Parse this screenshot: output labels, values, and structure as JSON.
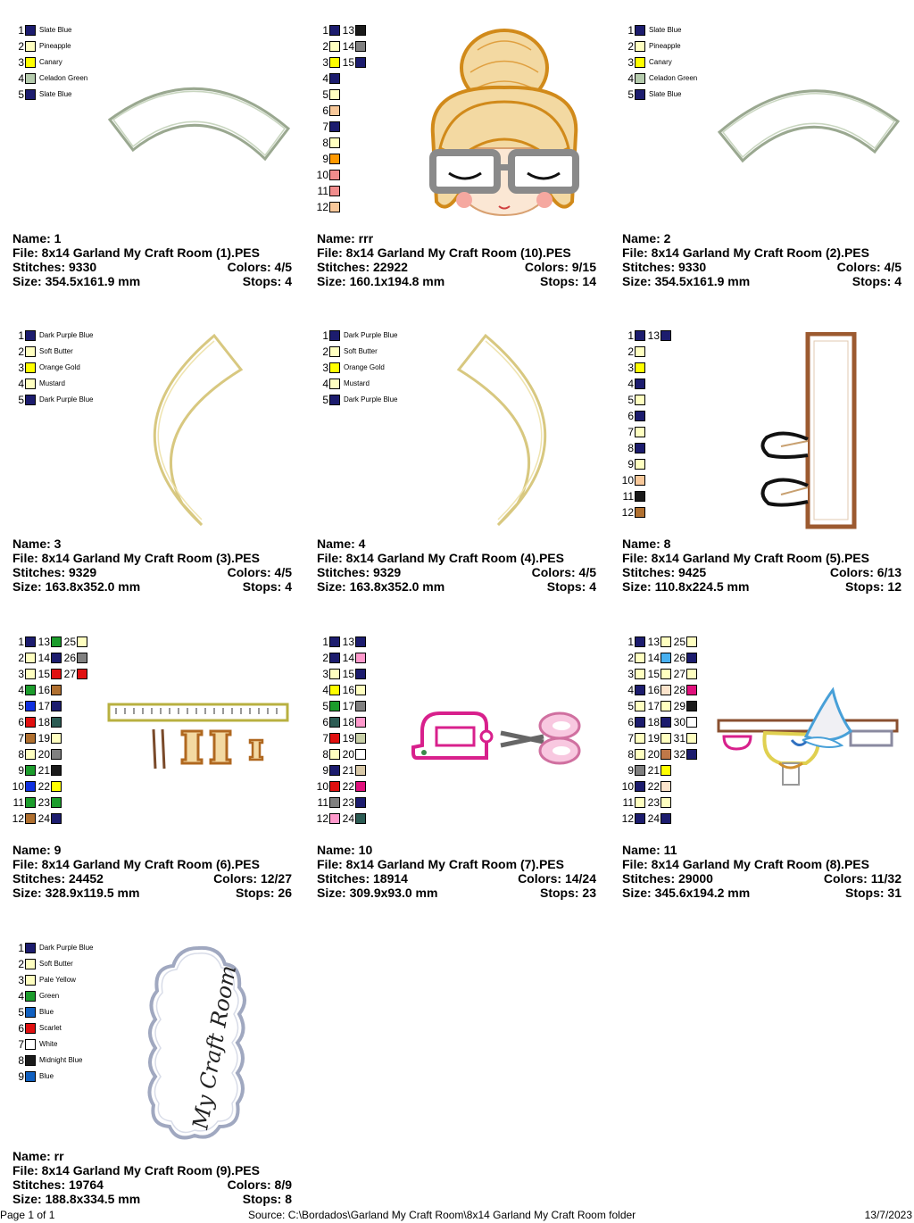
{
  "colors": {
    "navy": "#1c1c6e",
    "pale": "#ffffc0",
    "yellow": "#ffff00",
    "celadon": "#b6ccae",
    "black": "#1a1a1a",
    "gray": "#808080",
    "orange": "#ff9900",
    "salmon": "#f08c8c",
    "peach": "#f8c89a",
    "brown": "#b07030",
    "green": "#1c9c2c",
    "red": "#e01010",
    "teal": "#2c5c54",
    "blue": "#1030e0",
    "white": "#ffffff",
    "pink": "#ff99cc",
    "magenta": "#e0107c",
    "silver": "#c8c8c8",
    "tan": "#d8c8a8",
    "khaki": "#c8d0a8",
    "skyblue": "#48b0f0",
    "rust": "#c07848",
    "lightpeach": "#fce4cc",
    "medblue": "#1060c0"
  },
  "cards": [
    {
      "name": "Name: 1",
      "file": "File: 8x14 Garland My Craft Room (1).PES",
      "stitches": "Stitches: 9330",
      "colors": "Colors: 4/5",
      "size": "Size: 354.5x161.9 mm",
      "stops": "Stops: 4",
      "swatches": [
        {
          "n": "1",
          "c": "navy",
          "label": "Slate Blue"
        },
        {
          "n": "2",
          "c": "pale",
          "label": "Pineapple"
        },
        {
          "n": "3",
          "c": "yellow",
          "label": "Canary"
        },
        {
          "n": "4",
          "c": "celadon",
          "label": "Celadon Green"
        },
        {
          "n": "5",
          "c": "navy",
          "label": "Slate Blue"
        }
      ]
    },
    {
      "name": "Name: rrr",
      "file": "File: 8x14 Garland My Craft Room (10).PES",
      "stitches": "Stitches: 22922",
      "colors": "Colors: 9/15",
      "size": "Size: 160.1x194.8 mm",
      "stops": "Stops: 14",
      "swatches": [
        {
          "n": "1",
          "c": "navy"
        },
        {
          "n": "2",
          "c": "pale"
        },
        {
          "n": "3",
          "c": "yellow"
        },
        {
          "n": "4",
          "c": "navy"
        },
        {
          "n": "5",
          "c": "pale"
        },
        {
          "n": "6",
          "c": "peach"
        },
        {
          "n": "7",
          "c": "navy"
        },
        {
          "n": "8",
          "c": "pale"
        },
        {
          "n": "9",
          "c": "orange"
        },
        {
          "n": "10",
          "c": "salmon"
        },
        {
          "n": "11",
          "c": "salmon"
        },
        {
          "n": "12",
          "c": "peach"
        },
        {
          "n": "13",
          "c": "black"
        },
        {
          "n": "14",
          "c": "gray"
        },
        {
          "n": "15",
          "c": "navy"
        }
      ]
    },
    {
      "name": "Name: 2",
      "file": "File: 8x14 Garland My Craft Room (2).PES",
      "stitches": "Stitches: 9330",
      "colors": "Colors: 4/5",
      "size": "Size: 354.5x161.9 mm",
      "stops": "Stops: 4",
      "swatches": [
        {
          "n": "1",
          "c": "navy",
          "label": "Slate Blue"
        },
        {
          "n": "2",
          "c": "pale",
          "label": "Pineapple"
        },
        {
          "n": "3",
          "c": "yellow",
          "label": "Canary"
        },
        {
          "n": "4",
          "c": "celadon",
          "label": "Celadon Green"
        },
        {
          "n": "5",
          "c": "navy",
          "label": "Slate Blue"
        }
      ]
    },
    {
      "name": "Name: 3",
      "file": "File: 8x14 Garland My Craft Room (3).PES",
      "stitches": "Stitches: 9329",
      "colors": "Colors: 4/5",
      "size": "Size: 163.8x352.0 mm",
      "stops": "Stops: 4",
      "swatches": [
        {
          "n": "1",
          "c": "navy",
          "label": "Dark Purple Blue"
        },
        {
          "n": "2",
          "c": "pale",
          "label": "Soft Butter"
        },
        {
          "n": "3",
          "c": "yellow",
          "label": "Orange Gold"
        },
        {
          "n": "4",
          "c": "pale",
          "label": "Mustard"
        },
        {
          "n": "5",
          "c": "navy",
          "label": "Dark Purple Blue"
        }
      ]
    },
    {
      "name": "Name: 4",
      "file": "File: 8x14 Garland My Craft Room (4).PES",
      "stitches": "Stitches: 9329",
      "colors": "Colors: 4/5",
      "size": "Size: 163.8x352.0 mm",
      "stops": "Stops: 4",
      "swatches": [
        {
          "n": "1",
          "c": "navy",
          "label": "Dark Purple Blue"
        },
        {
          "n": "2",
          "c": "pale",
          "label": "Soft Butter"
        },
        {
          "n": "3",
          "c": "yellow",
          "label": "Orange Gold"
        },
        {
          "n": "4",
          "c": "pale",
          "label": "Mustard"
        },
        {
          "n": "5",
          "c": "navy",
          "label": "Dark Purple Blue"
        }
      ]
    },
    {
      "name": "Name: 8",
      "file": "File: 8x14 Garland My Craft Room (5).PES",
      "stitches": "Stitches: 9425",
      "colors": "Colors: 6/13",
      "size": "Size: 110.8x224.5 mm",
      "stops": "Stops: 12",
      "swatches": [
        {
          "n": "1",
          "c": "navy"
        },
        {
          "n": "2",
          "c": "pale"
        },
        {
          "n": "3",
          "c": "yellow"
        },
        {
          "n": "4",
          "c": "navy"
        },
        {
          "n": "5",
          "c": "pale"
        },
        {
          "n": "6",
          "c": "navy"
        },
        {
          "n": "7",
          "c": "pale"
        },
        {
          "n": "8",
          "c": "navy"
        },
        {
          "n": "9",
          "c": "pale"
        },
        {
          "n": "10",
          "c": "peach"
        },
        {
          "n": "11",
          "c": "black"
        },
        {
          "n": "12",
          "c": "brown"
        },
        {
          "n": "13",
          "c": "navy"
        }
      ]
    },
    {
      "name": "Name: 9",
      "file": "File: 8x14 Garland My Craft Room (6).PES",
      "stitches": "Stitches: 24452",
      "colors": "Colors: 12/27",
      "size": "Size: 328.9x119.5 mm",
      "stops": "Stops: 26",
      "swatches": [
        {
          "n": "1",
          "c": "navy"
        },
        {
          "n": "2",
          "c": "pale"
        },
        {
          "n": "3",
          "c": "pale"
        },
        {
          "n": "4",
          "c": "green"
        },
        {
          "n": "5",
          "c": "blue"
        },
        {
          "n": "6",
          "c": "red"
        },
        {
          "n": "7",
          "c": "brown"
        },
        {
          "n": "8",
          "c": "pale"
        },
        {
          "n": "9",
          "c": "green"
        },
        {
          "n": "10",
          "c": "blue"
        },
        {
          "n": "11",
          "c": "green"
        },
        {
          "n": "12",
          "c": "brown"
        },
        {
          "n": "13",
          "c": "green"
        },
        {
          "n": "14",
          "c": "navy"
        },
        {
          "n": "15",
          "c": "red"
        },
        {
          "n": "16",
          "c": "brown"
        },
        {
          "n": "17",
          "c": "navy"
        },
        {
          "n": "18",
          "c": "teal"
        },
        {
          "n": "19",
          "c": "pale"
        },
        {
          "n": "20",
          "c": "gray"
        },
        {
          "n": "21",
          "c": "black"
        },
        {
          "n": "22",
          "c": "yellow"
        },
        {
          "n": "23",
          "c": "green"
        },
        {
          "n": "24",
          "c": "navy"
        },
        {
          "n": "25",
          "c": "pale"
        },
        {
          "n": "26",
          "c": "gray"
        },
        {
          "n": "27",
          "c": "red"
        }
      ]
    },
    {
      "name": "Name: 10",
      "file": "File: 8x14 Garland My Craft Room (7).PES",
      "stitches": "Stitches: 18914",
      "colors": "Colors: 14/24",
      "size": "Size: 309.9x93.0 mm",
      "stops": "Stops: 23",
      "swatches": [
        {
          "n": "1",
          "c": "navy"
        },
        {
          "n": "2",
          "c": "navy"
        },
        {
          "n": "3",
          "c": "pale"
        },
        {
          "n": "4",
          "c": "yellow"
        },
        {
          "n": "5",
          "c": "green"
        },
        {
          "n": "6",
          "c": "teal"
        },
        {
          "n": "7",
          "c": "red"
        },
        {
          "n": "8",
          "c": "pale"
        },
        {
          "n": "9",
          "c": "navy"
        },
        {
          "n": "10",
          "c": "red"
        },
        {
          "n": "11",
          "c": "gray"
        },
        {
          "n": "12",
          "c": "pink"
        },
        {
          "n": "13",
          "c": "navy"
        },
        {
          "n": "14",
          "c": "pink"
        },
        {
          "n": "15",
          "c": "navy"
        },
        {
          "n": "16",
          "c": "pale"
        },
        {
          "n": "17",
          "c": "gray"
        },
        {
          "n": "18",
          "c": "pink"
        },
        {
          "n": "19",
          "c": "khaki"
        },
        {
          "n": "20",
          "c": "white"
        },
        {
          "n": "21",
          "c": "tan"
        },
        {
          "n": "22",
          "c": "magenta"
        },
        {
          "n": "23",
          "c": "navy"
        },
        {
          "n": "24",
          "c": "teal"
        }
      ]
    },
    {
      "name": "Name: 11",
      "file": "File: 8x14 Garland My Craft Room (8).PES",
      "stitches": "Stitches: 29000",
      "colors": "Colors: 11/32",
      "size": "Size: 345.6x194.2 mm",
      "stops": "Stops: 31",
      "swatches": [
        {
          "n": "1",
          "c": "navy"
        },
        {
          "n": "2",
          "c": "pale"
        },
        {
          "n": "3",
          "c": "pale"
        },
        {
          "n": "4",
          "c": "navy"
        },
        {
          "n": "5",
          "c": "pale"
        },
        {
          "n": "6",
          "c": "navy"
        },
        {
          "n": "7",
          "c": "pale"
        },
        {
          "n": "8",
          "c": "pale"
        },
        {
          "n": "9",
          "c": "gray"
        },
        {
          "n": "10",
          "c": "navy"
        },
        {
          "n": "11",
          "c": "pale"
        },
        {
          "n": "12",
          "c": "navy"
        },
        {
          "n": "13",
          "c": "pale"
        },
        {
          "n": "14",
          "c": "skyblue"
        },
        {
          "n": "15",
          "c": "pale"
        },
        {
          "n": "16",
          "c": "lightpeach"
        },
        {
          "n": "17",
          "c": "pale"
        },
        {
          "n": "18",
          "c": "navy"
        },
        {
          "n": "19",
          "c": "pale"
        },
        {
          "n": "20",
          "c": "rust"
        },
        {
          "n": "21",
          "c": "yellow"
        },
        {
          "n": "22",
          "c": "lightpeach"
        },
        {
          "n": "23",
          "c": "pale"
        },
        {
          "n": "24",
          "c": "navy"
        },
        {
          "n": "25",
          "c": "pale"
        },
        {
          "n": "26",
          "c": "navy"
        },
        {
          "n": "27",
          "c": "pale"
        },
        {
          "n": "28",
          "c": "magenta"
        },
        {
          "n": "29",
          "c": "black"
        },
        {
          "n": "30",
          "c": "white"
        },
        {
          "n": "31",
          "c": "pale"
        },
        {
          "n": "32",
          "c": "navy"
        }
      ]
    },
    {
      "name": "Name: rr",
      "file": "File: 8x14 Garland My Craft Room (9).PES",
      "stitches": "Stitches: 19764",
      "colors": "Colors: 8/9",
      "size": "Size: 188.8x334.5 mm",
      "stops": "Stops: 8",
      "swatches": [
        {
          "n": "1",
          "c": "navy",
          "label": "Dark Purple Blue"
        },
        {
          "n": "2",
          "c": "pale",
          "label": "Soft Butter"
        },
        {
          "n": "3",
          "c": "pale",
          "label": "Pale Yellow"
        },
        {
          "n": "4",
          "c": "green",
          "label": "Green"
        },
        {
          "n": "5",
          "c": "medblue",
          "label": "Blue"
        },
        {
          "n": "6",
          "c": "red",
          "label": "Scarlet"
        },
        {
          "n": "7",
          "c": "white",
          "label": "White"
        },
        {
          "n": "8",
          "c": "black",
          "label": "Midnight Blue"
        },
        {
          "n": "9",
          "c": "medblue",
          "label": "Blue"
        }
      ]
    }
  ],
  "design9_text": "My Craft Room",
  "footer": {
    "page": "Page 1 of 1",
    "source": "Source: C:\\Bordados\\Garland My Craft Room\\8x14 Garland My Craft Room folder",
    "date": "13/7/2023"
  }
}
